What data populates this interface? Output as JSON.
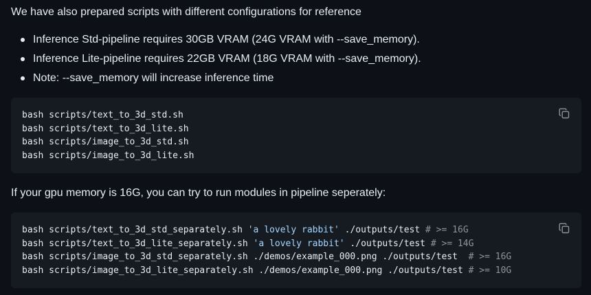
{
  "intro_text": "We have also prepared scripts with different configurations for reference",
  "bullets": [
    "Inference Std-pipeline requires 30GB VRAM (24G VRAM with --save_memory).",
    "Inference Lite-pipeline requires 22GB VRAM (18G VRAM with --save_memory).",
    "Note: --save_memory will increase inference time"
  ],
  "code_block_1": {
    "lines": [
      "bash scripts/text_to_3d_std.sh",
      "bash scripts/text_to_3d_lite.sh",
      "bash scripts/image_to_3d_std.sh",
      "bash scripts/image_to_3d_lite.sh"
    ]
  },
  "separately_text": "If your gpu memory is 16G, you can try to run modules in pipeline seperately:",
  "code_block_2": {
    "lines": [
      {
        "cmd": "bash scripts/text_to_3d_std_separately.sh ",
        "str": "'a lovely rabbit'",
        "rest": " ./outputs/test ",
        "comment": "# >= 16G"
      },
      {
        "cmd": "bash scripts/text_to_3d_lite_separately.sh ",
        "str": "'a lovely rabbit'",
        "rest": " ./outputs/test ",
        "comment": "# >= 14G"
      },
      {
        "cmd": "bash scripts/image_to_3d_std_separately.sh ./demos/example_000.png ./outputs/test  ",
        "str": "",
        "rest": "",
        "comment": "# >= 16G"
      },
      {
        "cmd": "bash scripts/image_to_3d_lite_separately.sh ./demos/example_000.png ./outputs/test ",
        "str": "",
        "rest": "",
        "comment": "# >= 10G"
      }
    ]
  },
  "colors": {
    "background": "#0d1117",
    "code_background": "#161b22",
    "text": "#e6edf3",
    "string": "#a5d6ff",
    "comment": "#8b949e"
  },
  "icons": {
    "copy": "copy-icon"
  }
}
